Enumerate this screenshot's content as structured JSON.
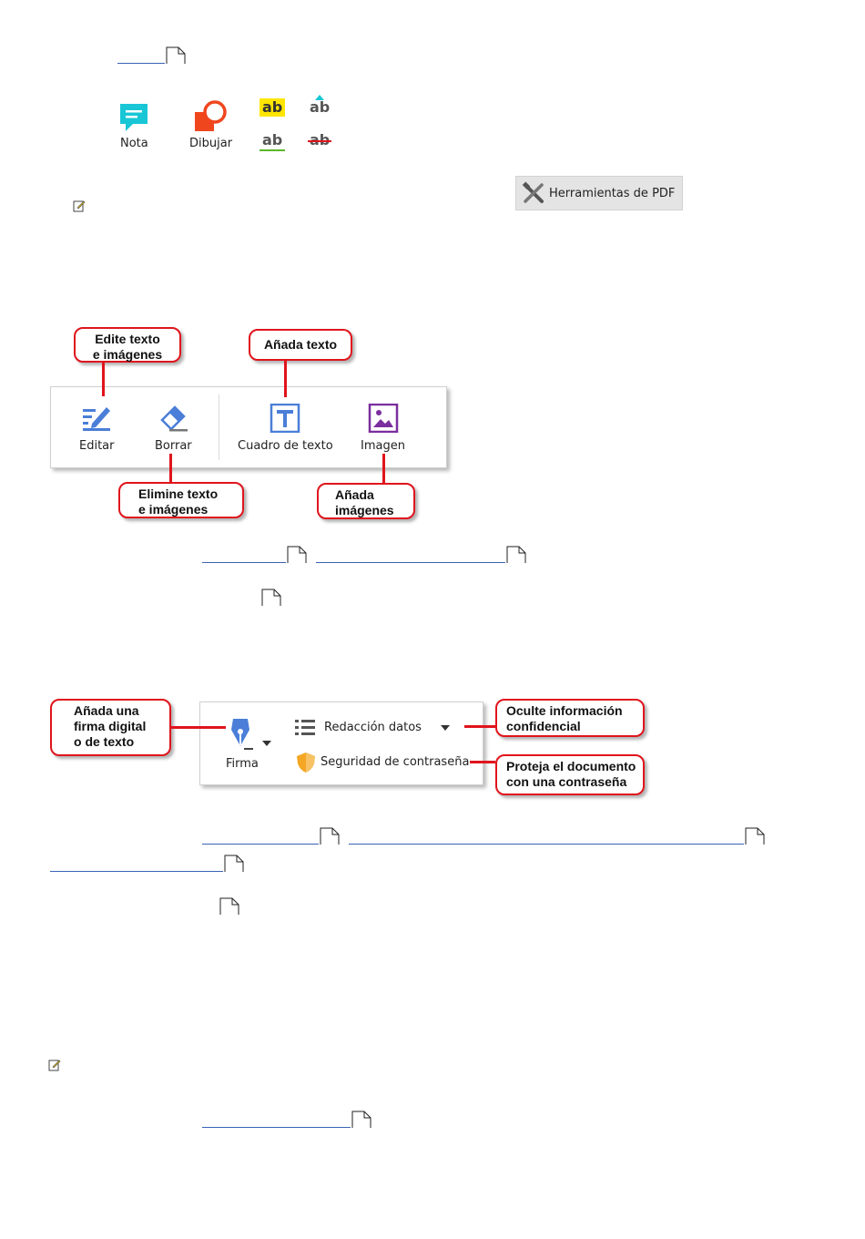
{
  "annotate_tools": {
    "note_label": "Nota",
    "draw_label": "Dibujar",
    "highlight_text": "ab",
    "insert_text": "ab",
    "underline_text": "ab",
    "strikeout_text": "ab",
    "pdf_tools_label": "Herramientas de PDF"
  },
  "edit_toolbar": {
    "edit_label": "Editar",
    "erase_label": "Borrar",
    "textbox_label": "Cuadro de texto",
    "image_label": "Imagen",
    "callout_edit": "Edite texto\ne imágenes",
    "callout_add_text": "Añada texto",
    "callout_erase": "Elimine texto\ne imágenes",
    "callout_add_images": "Añada\nimágenes"
  },
  "protect_toolbar": {
    "signature_label": "Firma",
    "redact_label": "Redacción datos",
    "password_label": "Seguridad de contraseña",
    "callout_signature": "Añada una\nfirma digital\no de texto",
    "callout_redact": "Oculte información\nconfidencial",
    "callout_password": "Proteja el documento\ncon una contraseña"
  },
  "colors": {
    "note_teal": "#19c6d6",
    "draw_orange": "#f0461e",
    "highlight_yellow": "#ffe500",
    "callout_red": "#e0141c",
    "link_blue": "#3a63b5"
  }
}
